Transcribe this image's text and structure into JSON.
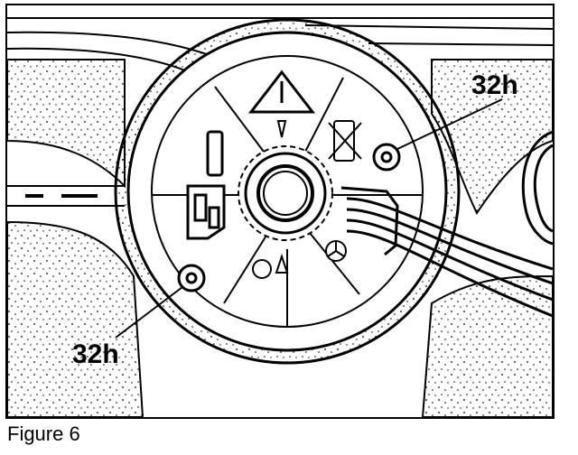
{
  "callouts": {
    "upper_right": "32h",
    "lower_left": "32h"
  },
  "caption": "Figure 6"
}
